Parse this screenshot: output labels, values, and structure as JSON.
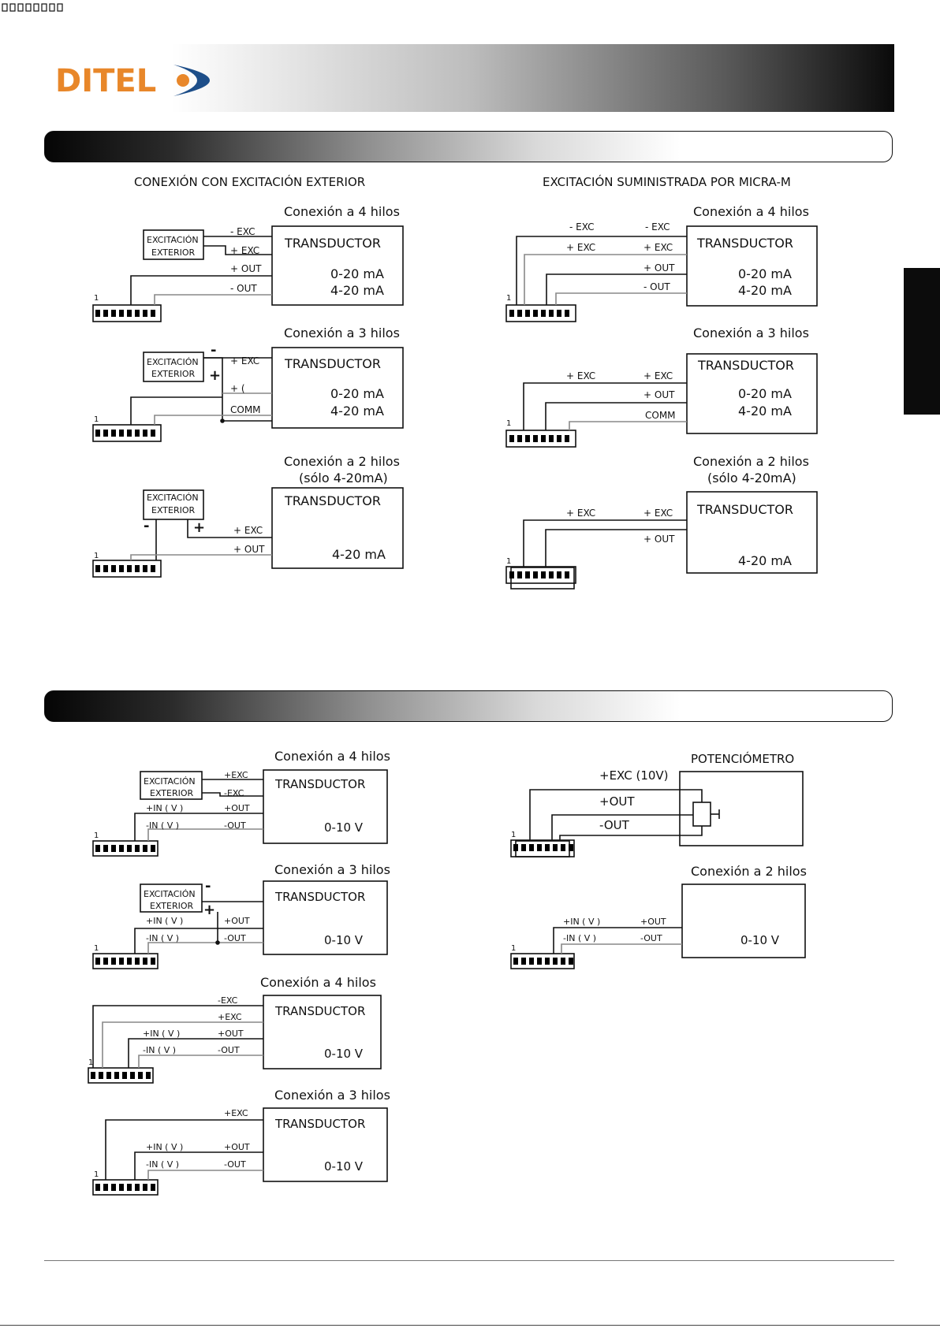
{
  "brand": {
    "logo_text": "DITEL"
  },
  "section1": {
    "left_title": "CONEXIÓN CON EXCITACIÓN EXTERIOR",
    "right_title": "EXCITACIÓN SUMINISTRADA POR MICRA-M"
  },
  "labels": {
    "con4": "Conexión a 4 hilos",
    "con3": "Conexión a 3 hilos",
    "con2": "Conexión a 2 hilos",
    "solo": "(sólo 4-20mA)",
    "transductor": "TRANSDUCTOR",
    "ma020": "0-20 mA",
    "ma420": "4-20 mA",
    "v010": "0-10 V",
    "exc_line1": "EXCITACIÓN",
    "exc_line2": "EXTERIOR",
    "minus_exc": "- EXC",
    "plus_exc": "+ EXC",
    "plus_out": "+ OUT",
    "minus_out": "- OUT",
    "plus_c": "+ (",
    "comm": "COMM",
    "plus_exc_b": "+EXC",
    "minus_exc_b": "-EXC",
    "plus_out_b": "+OUT",
    "minus_out_b": "-OUT",
    "plus_in_v": "+IN ( V )",
    "minus_in_v": "-IN ( V )",
    "pin1": "1",
    "plus": "+",
    "minus": "-",
    "pot_title": "POTENCIÓMETRO",
    "pot_exc": "+EXC (10V)",
    "pot_out_plus": "+OUT",
    "pot_out_minus": "-OUT"
  }
}
